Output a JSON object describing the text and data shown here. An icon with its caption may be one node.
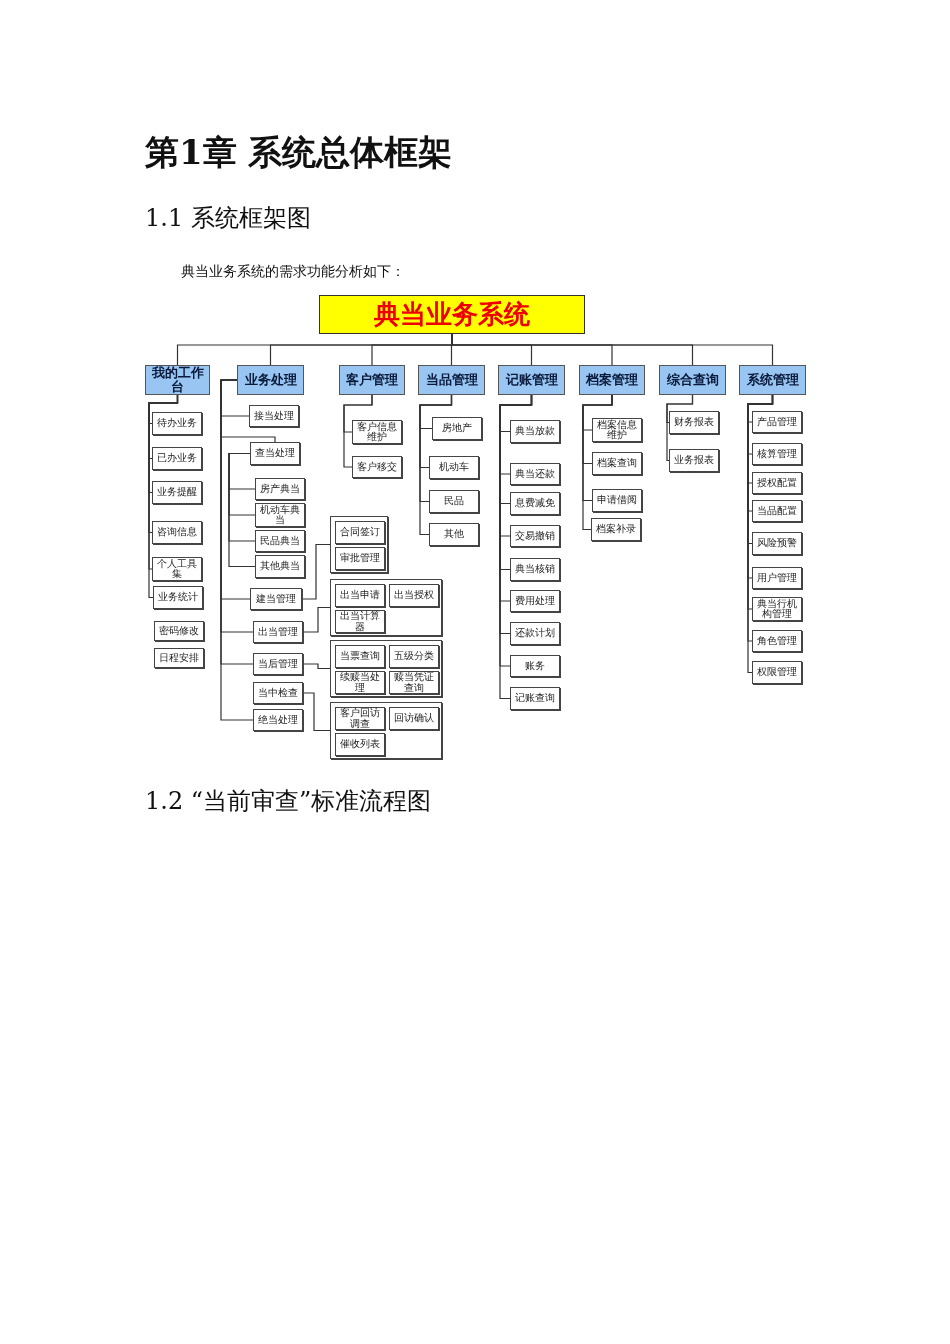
{
  "diagram": {
    "title": "第1章  系统总体框架",
    "nodes": [
      {
        "text": [
          "典当业务系统"
        ]
      },
      {
        "text": [
          "我的工作台"
        ]
      },
      {
        "text": [
          "业务处理"
        ]
      },
      {
        "text": [
          "客户管理"
        ]
      },
      {
        "text": [
          "当品管理"
        ]
      },
      {
        "text": [
          "记账管理"
        ]
      },
      {
        "text": [
          "档案管理"
        ]
      },
      {
        "text": [
          "综合查询"
        ]
      },
      {
        "text": [
          "系统管理"
        ]
      },
      {
        "text": [
          "待办业务"
        ]
      },
      {
        "text": [
          "已办业务"
        ]
      },
      {
        "text": [
          "业务提醒"
        ]
      },
      {
        "text": [
          "咨询信息"
        ]
      },
      {
        "text": [
          "个人工具集"
        ]
      },
      {
        "text": [
          "业务统计"
        ]
      },
      {
        "text": [
          "密码修改"
        ]
      },
      {
        "text": [
          "日程安排"
        ]
      },
      {
        "text": [
          "接当处理"
        ]
      },
      {
        "text": [
          "查当处理"
        ]
      },
      {
        "text": [
          "房产典当"
        ]
      },
      {
        "text": [
          "机动车典当"
        ]
      },
      {
        "text": [
          "民品典当"
        ]
      },
      {
        "text": [
          "其他典当"
        ]
      },
      {
        "text": [
          "建当管理"
        ]
      },
      {
        "text": [
          "出当管理"
        ]
      },
      {
        "text": [
          "当后管理"
        ]
      },
      {
        "text": [
          "当中检查"
        ]
      },
      {
        "text": [
          "绝当处理"
        ]
      },
      {
        "text": [],
        "shape": "box"
      },
      {
        "text": [
          "合同签订"
        ],
        "in": 28
      },
      {
        "text": [
          "审批管理"
        ],
        "in": 28
      },
      {
        "text": [],
        "shape": "box"
      },
      {
        "text": [
          "出当申请"
        ],
        "in": 31
      },
      {
        "text": [
          "出当授权"
        ],
        "in": 31
      },
      {
        "text": [
          "出当计算器"
        ],
        "in": 31
      },
      {
        "text": [],
        "shape": "box"
      },
      {
        "text": [
          "当票查询"
        ],
        "in": 35
      },
      {
        "text": [
          "五级分类"
        ],
        "in": 35
      },
      {
        "text": [
          "续赎当处理"
        ],
        "in": 35
      },
      {
        "text": [
          "赎当凭证查询"
        ],
        "in": 35
      },
      {
        "text": [],
        "shape": "box"
      },
      {
        "text": [
          "客户回访调查"
        ],
        "in": 40
      },
      {
        "text": [
          "回访确认"
        ],
        "in": 40
      },
      {
        "text": [
          "催收列表"
        ],
        "in": 40
      },
      {
        "text": [
          "客户信息维护"
        ]
      },
      {
        "text": [
          "客户移交"
        ]
      },
      {
        "text": [
          "房地产"
        ]
      },
      {
        "text": [
          "机动车"
        ]
      },
      {
        "text": [
          "民品"
        ]
      },
      {
        "text": [
          "其他"
        ]
      },
      {
        "text": [
          "典当放款"
        ]
      },
      {
        "text": [
          "典当还款"
        ]
      },
      {
        "text": [
          "息费减免"
        ]
      },
      {
        "text": [
          "交易撤销"
        ]
      },
      {
        "text": [
          "典当核销"
        ]
      },
      {
        "text": [
          "费用处理"
        ]
      },
      {
        "text": [
          "还款计划"
        ]
      },
      {
        "text": [
          "账务"
        ]
      },
      {
        "text": [
          "记账查询"
        ]
      },
      {
        "text": [
          "档案信息维护"
        ]
      },
      {
        "text": [
          "档案查询"
        ]
      },
      {
        "text": [
          "申请借阅"
        ]
      },
      {
        "text": [
          "档案补录"
        ]
      },
      {
        "text": [
          "财务报表"
        ]
      },
      {
        "text": [
          "业务报表"
        ]
      },
      {
        "text": [
          "产品管理"
        ]
      },
      {
        "text": [
          "核算管理"
        ]
      },
      {
        "text": [
          "授权配置"
        ]
      },
      {
        "text": [
          "当品配置"
        ]
      },
      {
        "text": [
          "风险预警"
        ]
      },
      {
        "text": [
          "用户管理"
        ]
      },
      {
        "text": [
          "典当行机构管理"
        ]
      },
      {
        "text": [
          "角色管理"
        ]
      },
      {
        "text": [
          "权限管理"
        ]
      }
    ],
    "edges": [
      {
        "from": 0,
        "to": 1,
        "arrow": "none"
      },
      {
        "from": 0,
        "to": 2,
        "arrow": "none"
      },
      {
        "from": 0,
        "to": 3,
        "arrow": "none"
      },
      {
        "from": 0,
        "to": 4,
        "arrow": "none"
      },
      {
        "from": 0,
        "to": 5,
        "arrow": "none"
      },
      {
        "from": 0,
        "to": 6,
        "arrow": "none"
      },
      {
        "from": 0,
        "to": 7,
        "arrow": "none"
      },
      {
        "from": 0,
        "to": 8,
        "arrow": "none"
      },
      {
        "from": 1,
        "to": 9,
        "arrow": "none"
      },
      {
        "from": 1,
        "to": 10,
        "arrow": "none"
      },
      {
        "from": 1,
        "to": 11,
        "arrow": "none"
      },
      {
        "from": 1,
        "to": 12,
        "arrow": "none"
      },
      {
        "from": 1,
        "to": 13,
        "arrow": "none"
      },
      {
        "from": 1,
        "to": 14,
        "arrow": "none"
      },
      {
        "from": 2,
        "to": 17,
        "arrow": "none"
      },
      {
        "from": 2,
        "to": 18,
        "arrow": "none"
      },
      {
        "from": 2,
        "to": 23,
        "arrow": "none"
      },
      {
        "from": 2,
        "to": 24,
        "arrow": "none"
      },
      {
        "from": 2,
        "to": 25,
        "arrow": "none"
      },
      {
        "from": 2,
        "to": 27,
        "arrow": "none"
      },
      {
        "from": 18,
        "to": 19,
        "arrow": "none"
      },
      {
        "from": 18,
        "to": 20,
        "arrow": "none"
      },
      {
        "from": 18,
        "to": 21,
        "arrow": "none"
      },
      {
        "from": 18,
        "to": 22,
        "arrow": "none"
      },
      {
        "from": 23,
        "to": 28,
        "arrow": "none"
      },
      {
        "from": 24,
        "to": 31,
        "arrow": "none"
      },
      {
        "from": 25,
        "to": 35,
        "arrow": "none"
      },
      {
        "from": 26,
        "to": 40,
        "arrow": "none"
      },
      {
        "from": 3,
        "to": 44,
        "arrow": "none"
      },
      {
        "from": 3,
        "to": 45,
        "arrow": "none"
      },
      {
        "from": 4,
        "to": 46,
        "arrow": "none"
      },
      {
        "from": 4,
        "to": 47,
        "arrow": "none"
      },
      {
        "from": 4,
        "to": 48,
        "arrow": "none"
      },
      {
        "from": 4,
        "to": 49,
        "arrow": "none"
      },
      {
        "from": 5,
        "to": 50,
        "arrow": "none"
      },
      {
        "from": 5,
        "to": 51,
        "arrow": "none"
      },
      {
        "from": 5,
        "to": 52,
        "arrow": "none"
      },
      {
        "from": 5,
        "to": 53,
        "arrow": "none"
      },
      {
        "from": 5,
        "to": 54,
        "arrow": "none"
      },
      {
        "from": 5,
        "to": 55,
        "arrow": "none"
      },
      {
        "from": 5,
        "to": 56,
        "arrow": "none"
      },
      {
        "from": 5,
        "to": 57,
        "arrow": "none"
      },
      {
        "from": 5,
        "to": 58,
        "arrow": "none"
      },
      {
        "from": 6,
        "to": 59,
        "arrow": "none"
      },
      {
        "from": 6,
        "to": 60,
        "arrow": "none"
      },
      {
        "from": 6,
        "to": 61,
        "arrow": "none"
      },
      {
        "from": 6,
        "to": 62,
        "arrow": "none"
      },
      {
        "from": 7,
        "to": 63,
        "arrow": "none"
      },
      {
        "from": 7,
        "to": 64,
        "arrow": "none"
      },
      {
        "from": 8,
        "to": 65,
        "arrow": "none"
      },
      {
        "from": 8,
        "to": 66,
        "arrow": "none"
      },
      {
        "from": 8,
        "to": 67,
        "arrow": "none"
      },
      {
        "from": 8,
        "to": 68,
        "arrow": "none"
      },
      {
        "from": 8,
        "to": 69,
        "arrow": "none"
      },
      {
        "from": 8,
        "to": 70,
        "arrow": "none"
      },
      {
        "from": 8,
        "to": 71,
        "arrow": "none"
      },
      {
        "from": 8,
        "to": 72,
        "arrow": "none"
      },
      {
        "from": 8,
        "to": 73,
        "arrow": "none"
      }
    ],
    "labels": [
      "1.1 系统框架图",
      "典当业务系统的需求功能分析如下：",
      "1.2 “当前审查”标准流程图"
    ]
  }
}
